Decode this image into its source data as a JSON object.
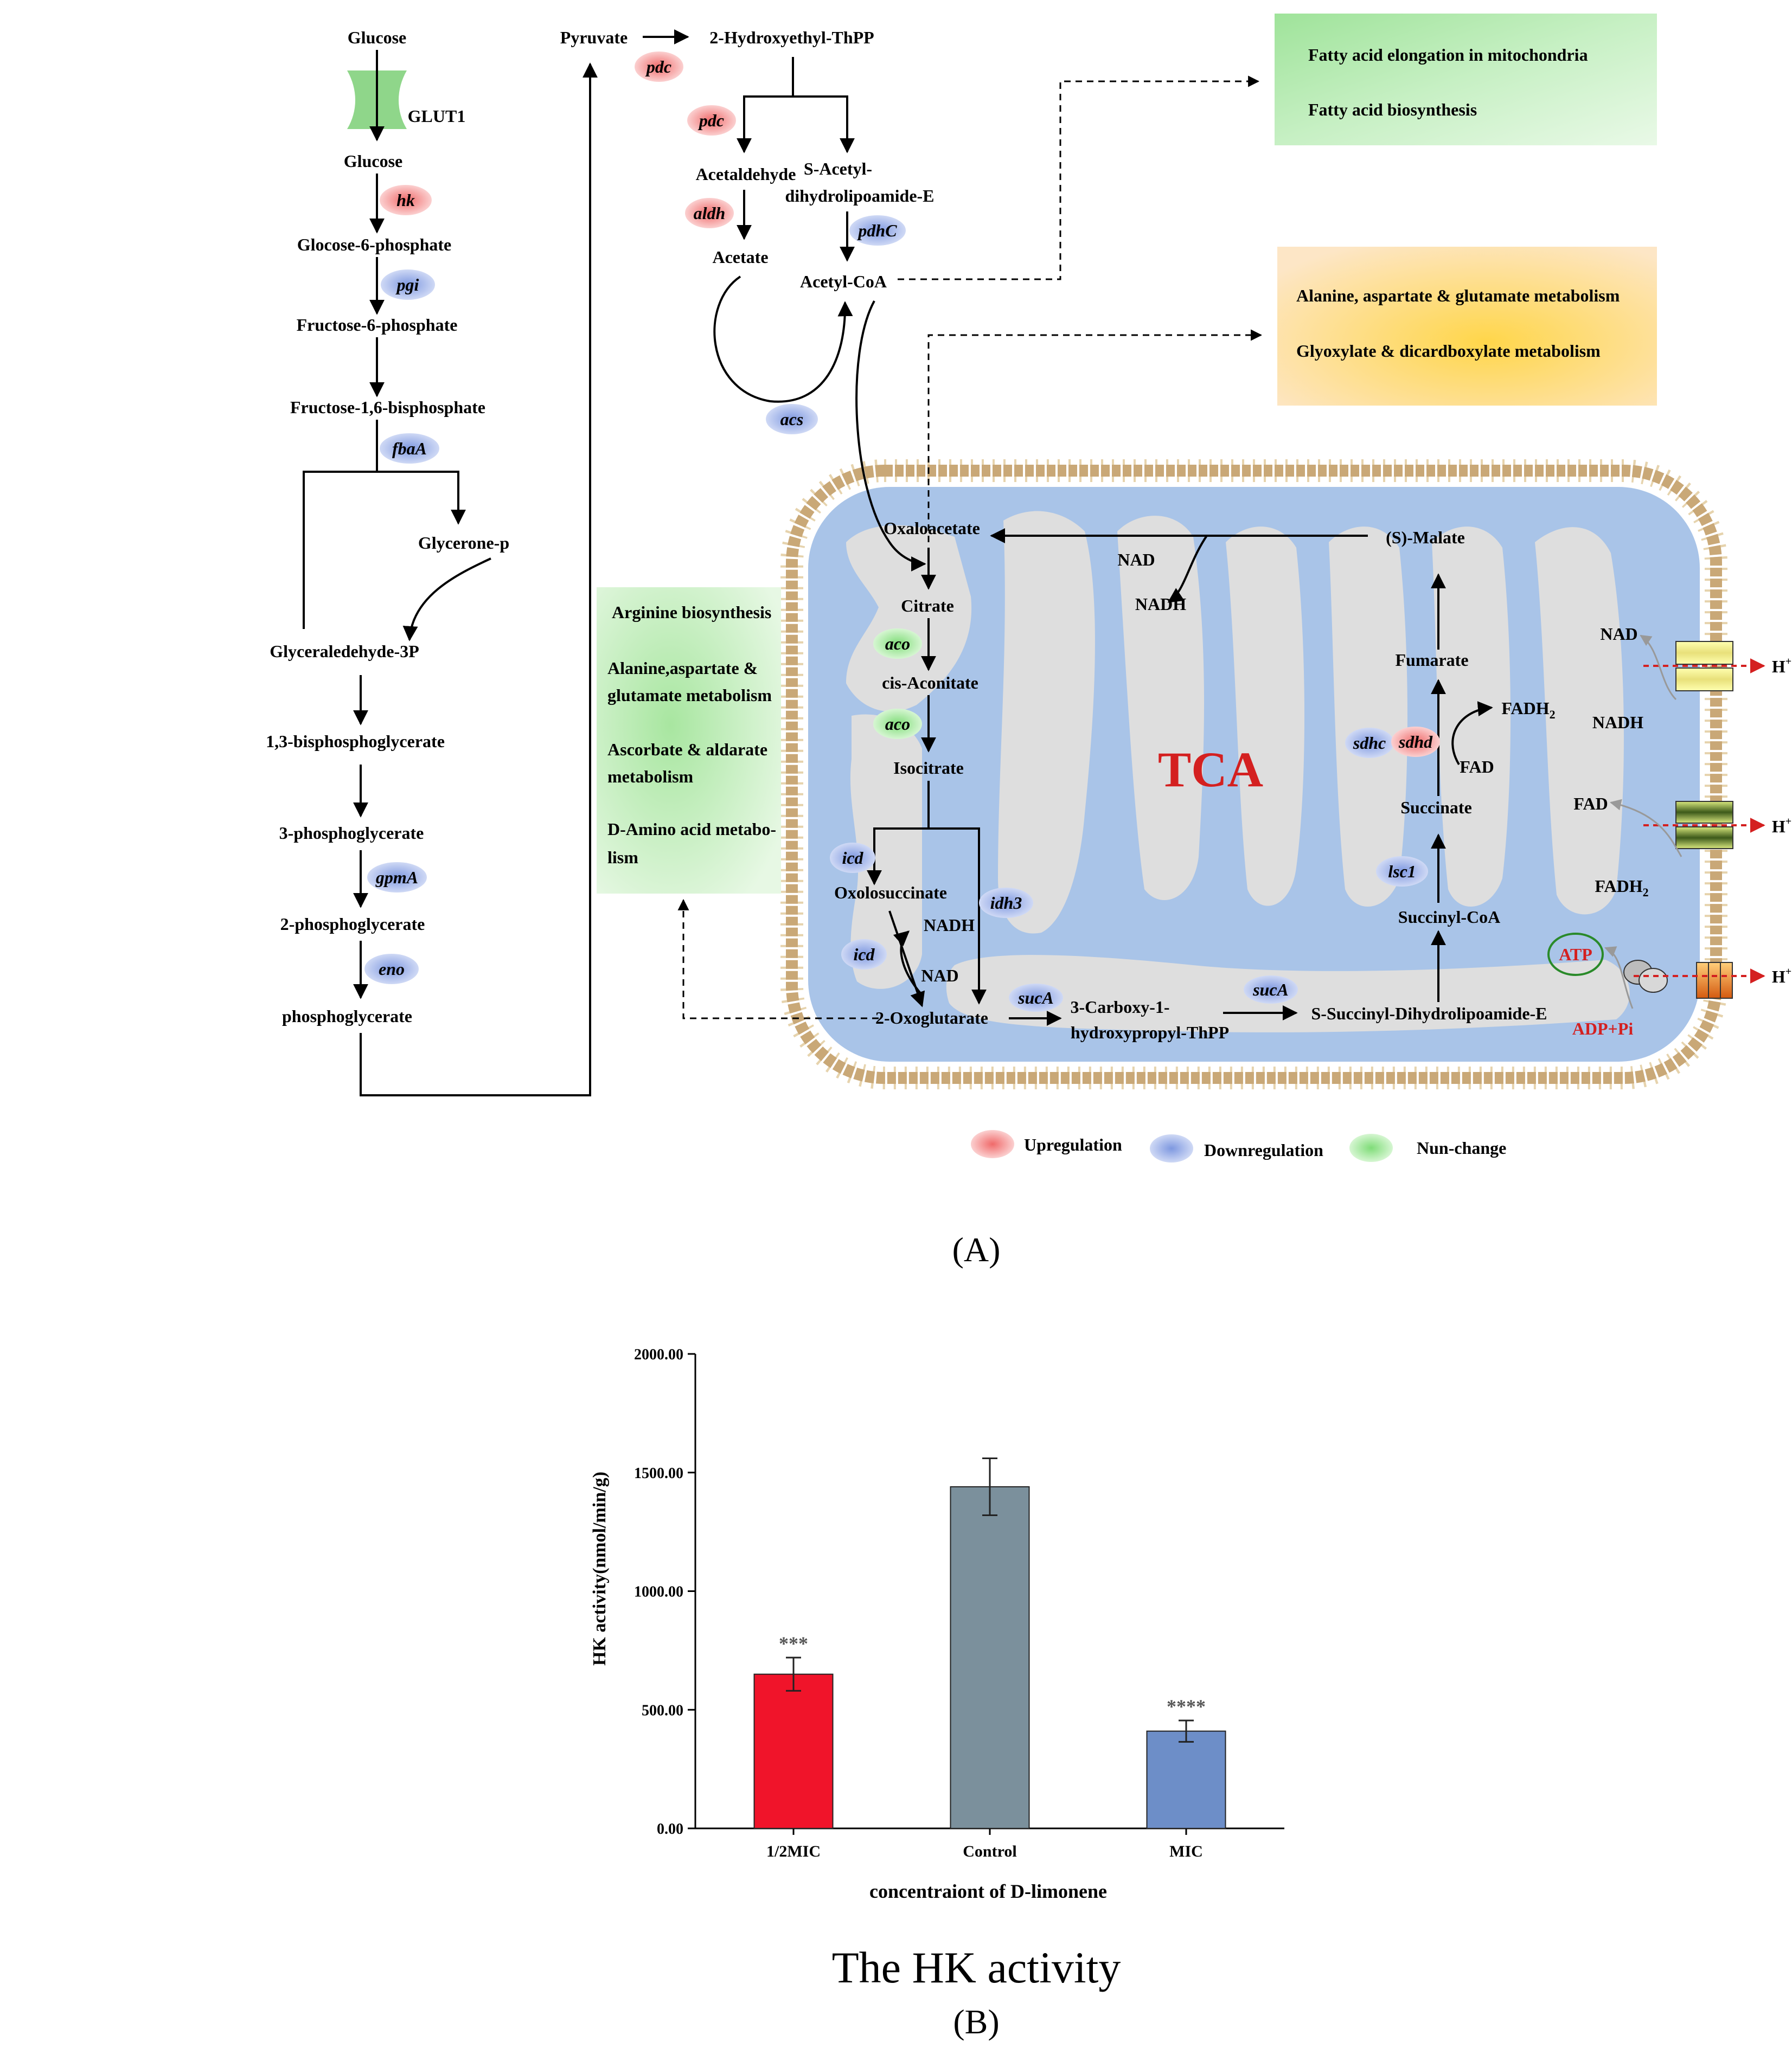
{
  "panel_a": {
    "caption": "(A)",
    "glycolysis": {
      "metabolites": [
        "Glucose",
        "Glucose",
        "Glocose-6-phosphate",
        "Fructose-6-phosphate",
        "Fructose-1,6-bisphosphate",
        "Glycerone-p",
        "Glyceraledehyde-3P",
        "1,3-bisphosphoglycerate",
        "3-phosphoglycerate",
        "2-phosphoglycerate",
        "phosphoglycerate"
      ],
      "transporter": "GLUT1",
      "enzymes": {
        "hk": "hk",
        "pgi": "pgi",
        "fbaA": "fbaA",
        "gpmA": "gpmA",
        "eno": "eno"
      }
    },
    "pyruvate_branch": {
      "metabolites": [
        "Pyruvate",
        "2-Hydroxyethyl-ThPP",
        "Acetaldehyde",
        "S-Acetyl-",
        "dihydrolipoamide-E",
        "Acetate",
        "Acetyl-CoA"
      ],
      "enzymes": {
        "pdc1": "pdc",
        "pdc2": "pdc",
        "aldh": "aldh",
        "pdhC": "pdhC",
        "acs": "acs"
      }
    },
    "tca": {
      "title": "TCA",
      "metabolites": [
        "Oxaloacetate",
        "Citrate",
        "cis-Aconitate",
        "Isocitrate",
        "Oxolosuccinate",
        "2-Oxoglutarate",
        "3-Carboxy-1-",
        "hydroxypropyl-ThPP",
        "S-Succinyl-Dihydrolipoamide-E",
        "Succinyl-CoA",
        "Succinate",
        "Fumarate",
        "(S)-Malate"
      ],
      "cofactors": [
        "NAD",
        "NADH",
        "NADH",
        "NAD",
        "FAD",
        "FADH",
        "2"
      ],
      "enzymes": {
        "aco1": "aco",
        "aco2": "aco",
        "icd1": "icd",
        "icd2": "icd",
        "idh3": "idh3",
        "sucA1": "sucA",
        "sucA2": "sucA",
        "lsc1": "lsc1",
        "sdhc": "sdhc",
        "sdhd": "sdhd"
      }
    },
    "etc": {
      "labels": [
        "NAD",
        "NADH",
        "FAD",
        "FADH",
        "2",
        "ATP",
        "ADP+Pi"
      ],
      "proton": "H",
      "proton_sup": "+"
    },
    "boxes": {
      "fatty": [
        "Fatty acid elongation in mitochondria",
        "Fatty acid biosynthesis"
      ],
      "alanine": [
        "Alanine, aspartate & glutamate metabolism",
        "Glyoxylate & dicardboxylate metabolism"
      ],
      "arginine": [
        "Arginine biosynthesis",
        "Alanine,aspartate &",
        "glutamate metabolism",
        "Ascorbate & aldarate",
        "metabolism",
        "D-Amino acid metabo-",
        "lism"
      ]
    },
    "legend": [
      {
        "label": "Upregulation",
        "color": "#f58c8c"
      },
      {
        "label": "Downregulation",
        "color": "#9aaee8"
      },
      {
        "label": "Nun-change",
        "color": "#a6e8a0"
      }
    ],
    "colors": {
      "up": "#f7a8a8",
      "down": "#aabbee",
      "nochange": "#b4eeb0",
      "tca_title": "#d42020",
      "membrane_fill": "#a9c4e8",
      "cristae": "#dedede",
      "red_text": "#d42020"
    }
  },
  "panel_b": {
    "caption": "(B)",
    "subtitle": "The HK activity"
  },
  "chart_data": {
    "type": "bar",
    "categories": [
      "1/2MIC",
      "Control",
      "MIC"
    ],
    "values": [
      650,
      1440,
      410
    ],
    "errors": [
      70,
      120,
      45
    ],
    "significance": [
      "***",
      "",
      "****"
    ],
    "colors": [
      "#f0142a",
      "#7b909c",
      "#6d8ec8"
    ],
    "xlabel": "concentraiont of D-limonene",
    "ylabel": "HK activity(nmol/min/g)",
    "ylim": [
      0,
      2000
    ],
    "yticks": [
      "0.00",
      "500.00",
      "1000.00",
      "1500.00",
      "2000.00"
    ],
    "grid": false
  }
}
